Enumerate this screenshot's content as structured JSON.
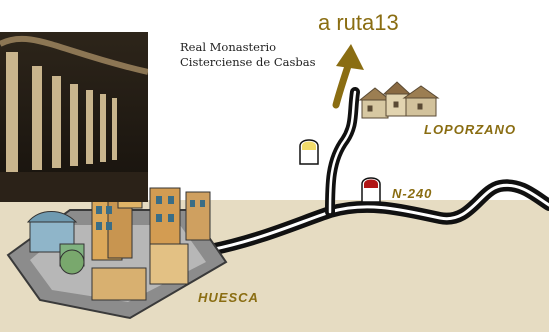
{
  "colors": {
    "ground": "#e6dcc2",
    "road": "#111111",
    "arrow": "#8a6d12",
    "label_brown": "#8a6d12",
    "marker_red": "#b01515",
    "marker_yellow": "#f2dc6a"
  },
  "labels": {
    "route": "a ruta13",
    "monastery_line1": "Real Monasterio",
    "monastery_line2": "Cisterciense de Casbas",
    "loporzano": "LOPORZANO",
    "huesca": "HUESCA",
    "road": "N-240"
  },
  "icons": {
    "photo": "monastery-cloister-photo",
    "city": "huesca-city-illustration",
    "village": "loporzano-village-illustration",
    "marker_local": "local-road-marker-icon",
    "marker_national": "national-road-marker-icon",
    "arrow": "direction-arrow-icon"
  }
}
